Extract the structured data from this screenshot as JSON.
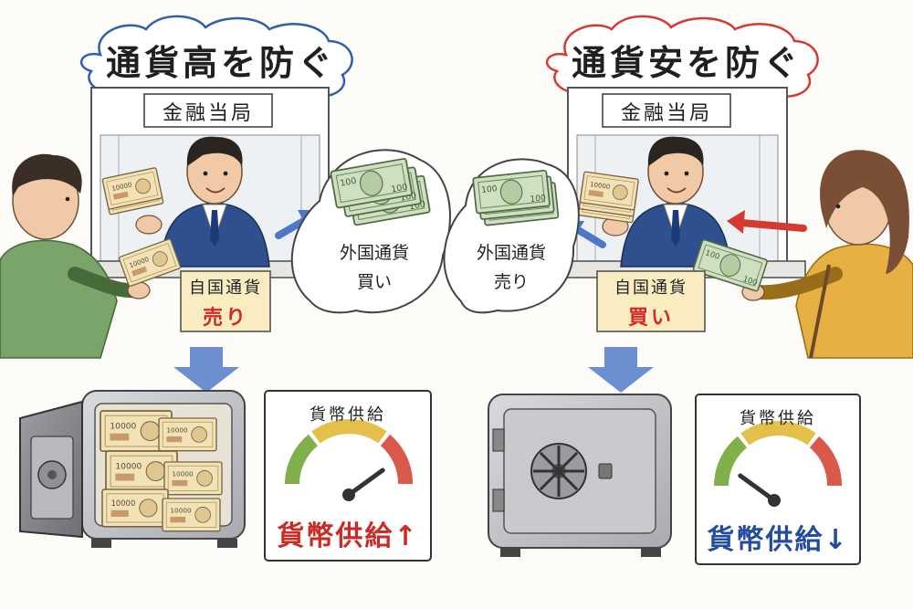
{
  "colors": {
    "left_accent": "#2f5fb0",
    "right_accent": "#d43a32",
    "sell_red": "#d22b25",
    "supply_up_red": "#cc2a24",
    "supply_down_blue": "#234c9e",
    "gauge_green": "#7fb04a",
    "gauge_yellow": "#e4c04a",
    "gauge_red": "#d95a4a",
    "sign_yellow": "#f8ecc0",
    "arrow_blue": "#6c8fd0"
  },
  "left_panel": {
    "title": "通貨高を防ぐ",
    "booth_sign": "金融当局",
    "bubble_line1": "外国通貨",
    "bubble_line2": "買い",
    "counter_line1": "自国通貨",
    "counter_line2": "売り",
    "meter_title": "貨幣供給",
    "meter_result": "貨幣供給↑",
    "gauge_level": 0.8,
    "icons": [
      "customer-man-icon",
      "official-icon",
      "yen-note-icon",
      "dollar-stack-icon",
      "open-safe-icon",
      "gauge-icon"
    ]
  },
  "right_panel": {
    "title": "通貨安を防ぐ",
    "booth_sign": "金融当局",
    "bubble_line1": "外国通貨",
    "bubble_line2": "売り",
    "counter_line1": "自国通貨",
    "counter_line2": "買い",
    "meter_title": "貨幣供給",
    "meter_result": "貨幣供給↓",
    "gauge_level": 0.2,
    "icons": [
      "customer-woman-icon",
      "official-icon",
      "yen-stack-icon",
      "dollar-note-icon",
      "closed-safe-icon",
      "gauge-icon"
    ]
  }
}
